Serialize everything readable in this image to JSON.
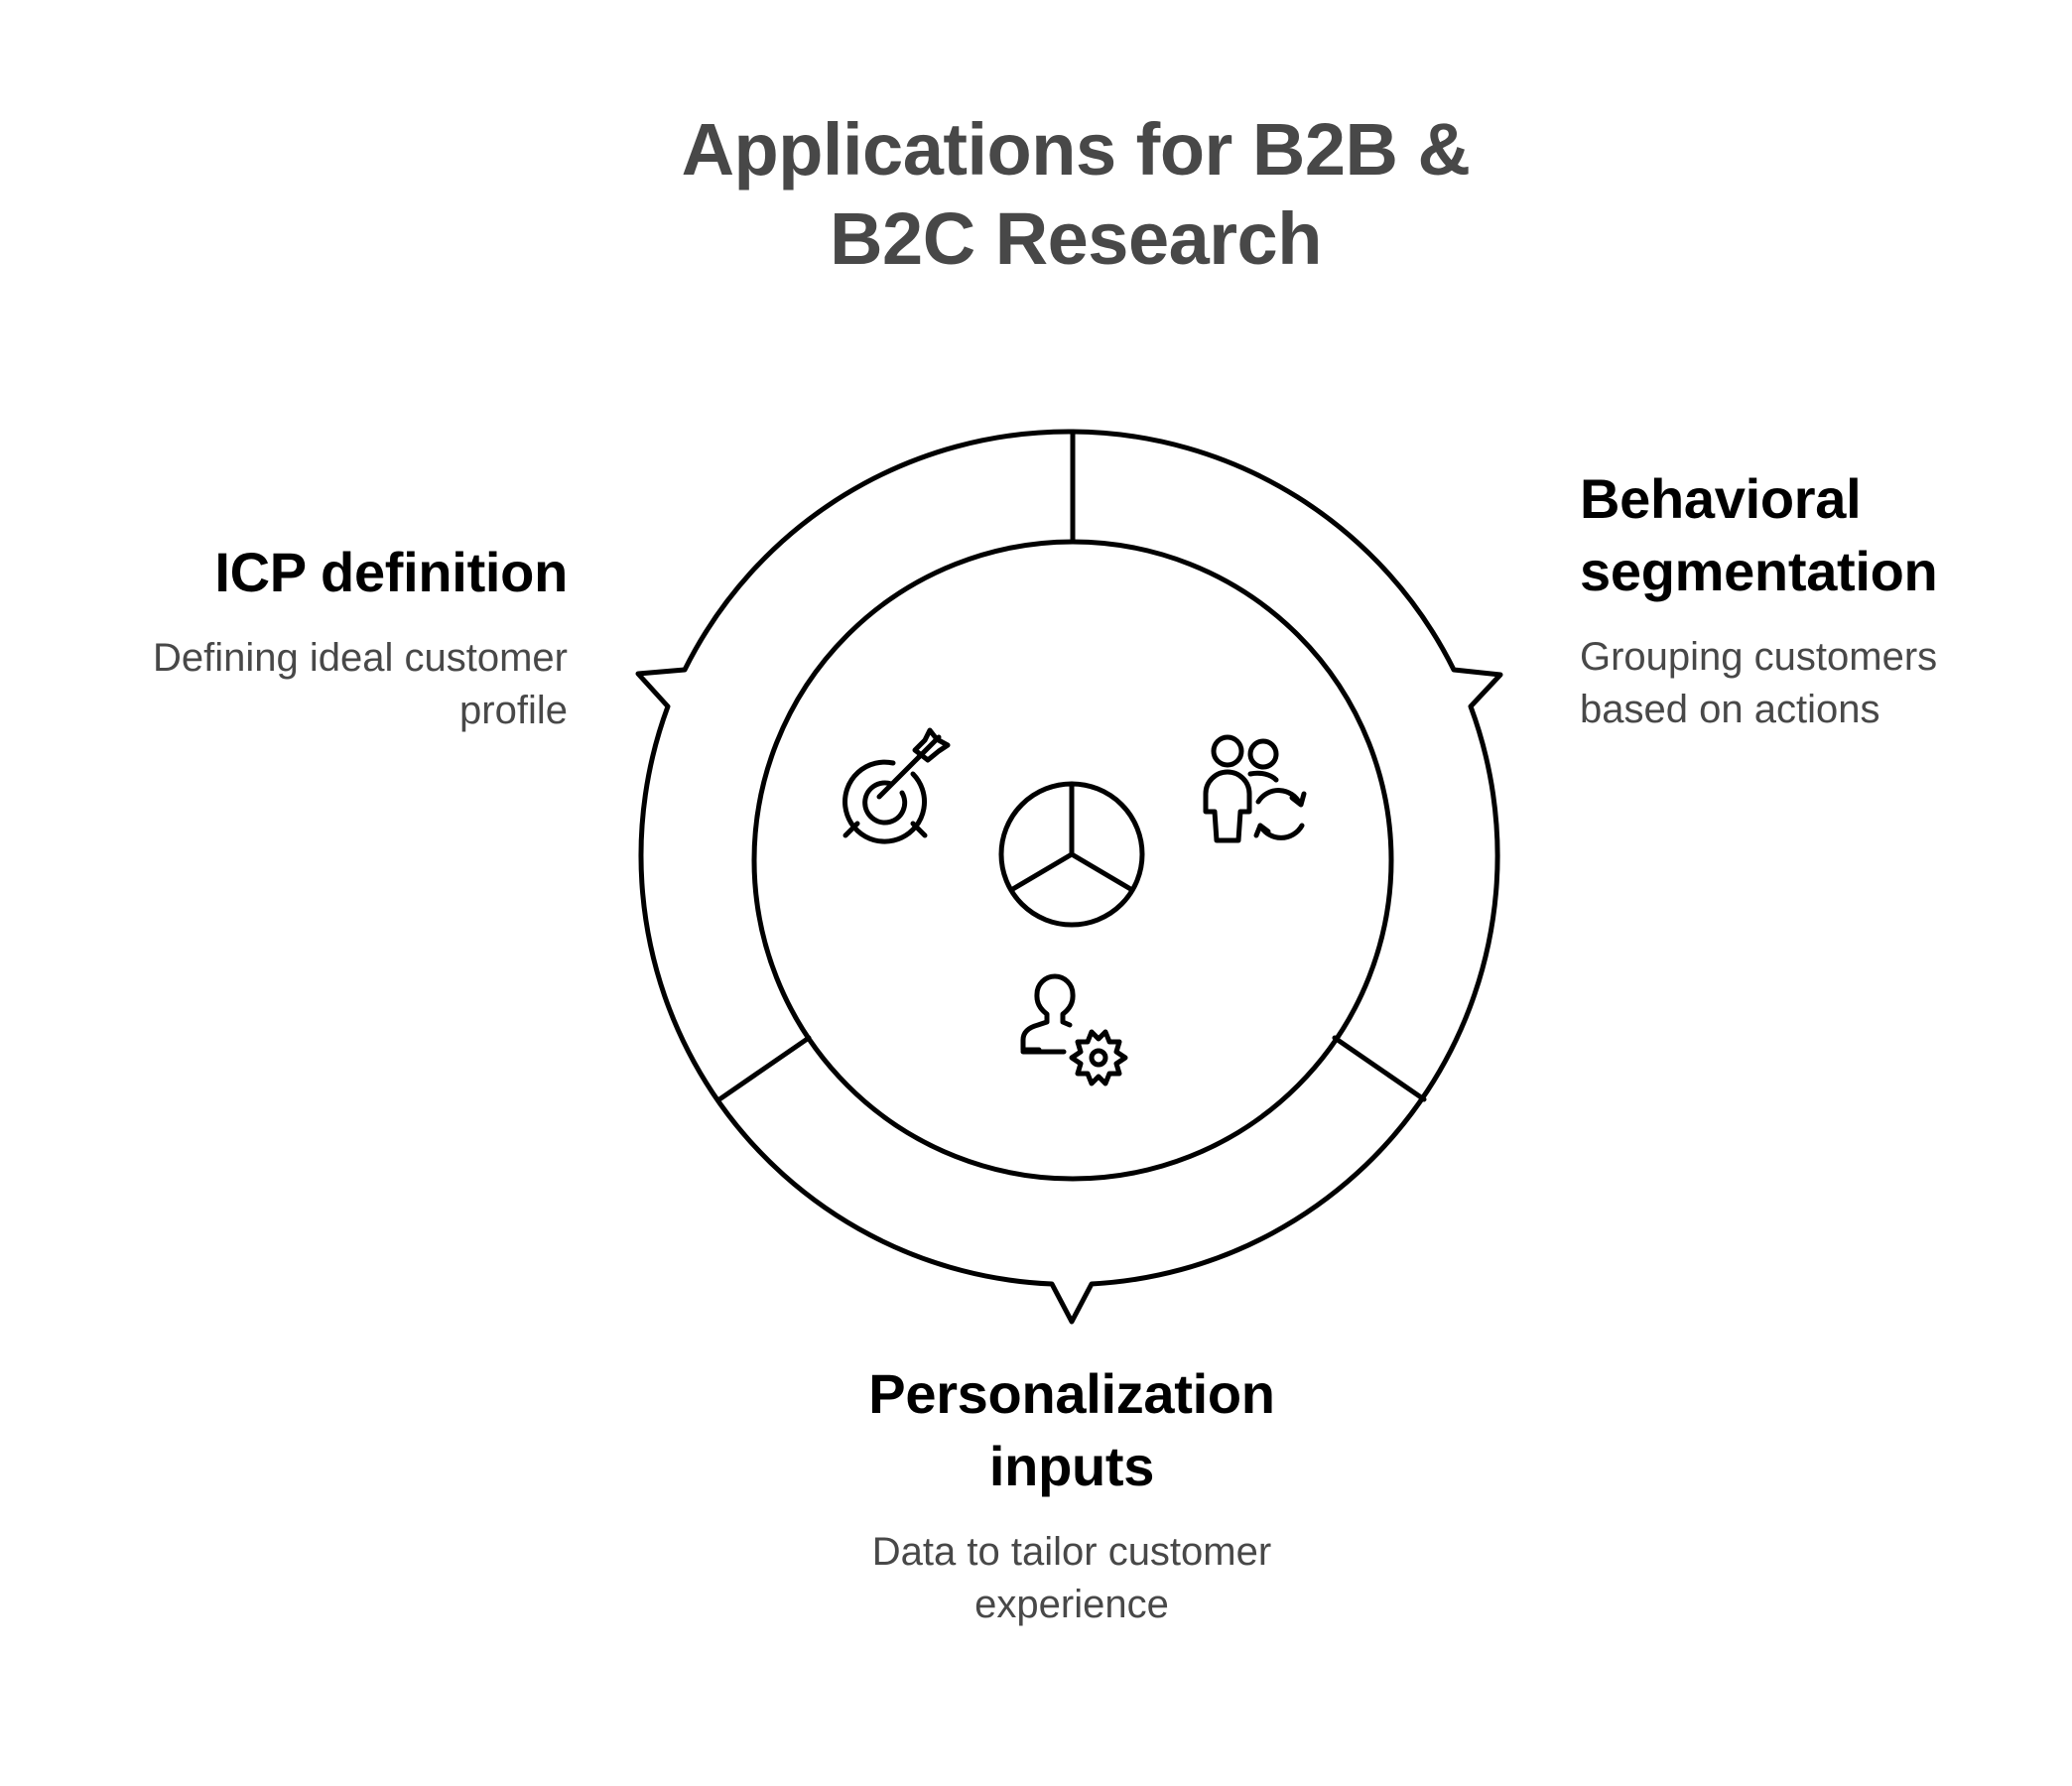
{
  "title": {
    "line1": "Applications for B2B &",
    "line2": "B2C Research"
  },
  "colors": {
    "title": "#484848",
    "heading": "#000000",
    "description": "#484848",
    "stroke": "#000000",
    "background": "#ffffff"
  },
  "segments": [
    {
      "id": "icp",
      "position": "left",
      "heading": "ICP definition",
      "description_line1": "Defining ideal customer",
      "description_line2": "profile",
      "icon": "target-arrow-icon"
    },
    {
      "id": "behavioral",
      "position": "right",
      "heading_line1": "Behavioral",
      "heading_line2": "segmentation",
      "description_line1": "Grouping customers",
      "description_line2": "based on actions",
      "icon": "users-refresh-icon"
    },
    {
      "id": "personalization",
      "position": "bottom",
      "heading_line1": "Personalization",
      "heading_line2": "inputs",
      "description_line1": "Data to tailor customer",
      "description_line2": "experience",
      "icon": "user-gear-icon"
    }
  ],
  "center_icon": "pie-chart-three-segments-icon"
}
